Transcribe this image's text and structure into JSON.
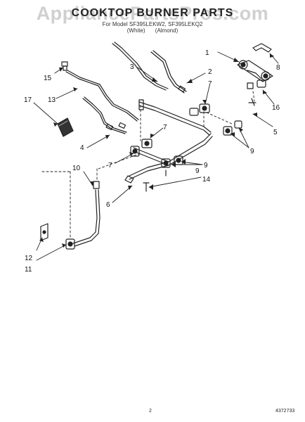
{
  "header": {
    "title": "COOKTOP BURNER PARTS",
    "watermark": "AppliancePartsPros.com",
    "subtitle": "For Model SF395LEKW2, SF395LEKQ2",
    "color_white": "(White)",
    "color_almond": "(Almond)"
  },
  "callouts": [
    "1",
    "2",
    "3",
    "4",
    "5",
    "6",
    "7",
    "7",
    "7",
    "8",
    "9",
    "9",
    "9",
    "10",
    "11",
    "12",
    "13",
    "14",
    "15",
    "16",
    "17"
  ],
  "footer": {
    "page_number": "2",
    "part_number": "4372733"
  }
}
